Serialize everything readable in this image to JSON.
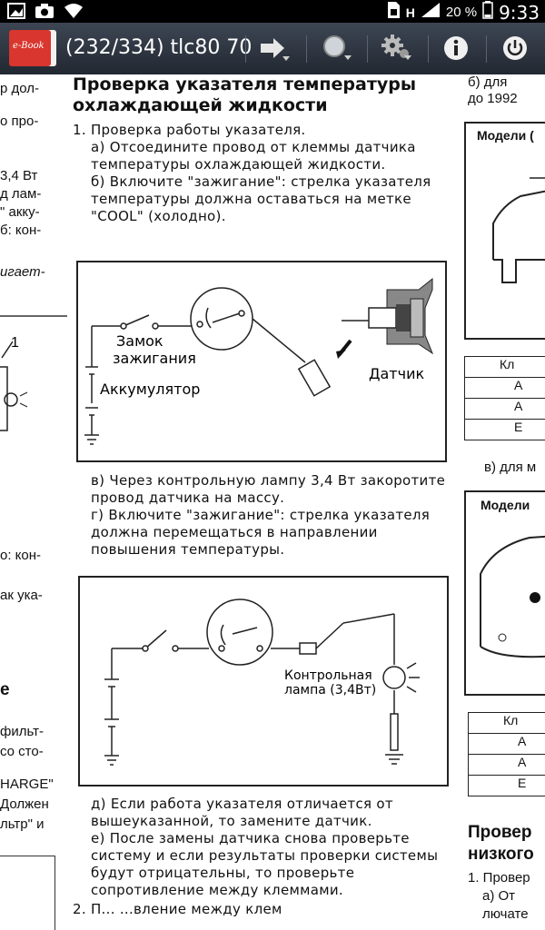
{
  "status_bar": {
    "battery_pct": "20 %",
    "network": "H",
    "time": "9:33"
  },
  "action_bar": {
    "logo_text": "e-Book",
    "title": "(232/334) tlc80 70"
  },
  "page": {
    "heading": "Проверка указателя температуры охлаждающей жидкости",
    "step1_title": "1. Проверка работы указателя.",
    "step1_a": "а) Отсоедините провод от клеммы датчика температуры охлаждающей жидкости.",
    "step1_b": "б) Включите \"зажигание\": стрелка указателя температуры должна оставаться на метке \"COOL\" (холодно).",
    "diagram1": {
      "label_switch_1": "Замок",
      "label_switch_2": "зажигания",
      "label_battery": "Аккумулятор",
      "label_sensor": "Датчик"
    },
    "step1_v": "в) Через контрольную лампу 3,4 Вт закоротите провод датчика на массу.",
    "step1_g": "г) Включите \"зажигание\": стрелка указателя должна перемещаться в направлении повышения температуры.",
    "diagram2": {
      "label_lamp_1": "Контрольная",
      "label_lamp_2": "лампа (3,4Вт)"
    },
    "step1_d": "д) Если работа указателя отличается от вышеуказанной, то замените датчик.",
    "step1_e": "е) После замены датчика снова проверьте систему и если результаты проверки системы будут отрицательны, то проверьте сопротивление между клеммами.",
    "step2_partial": "2. П... ...вление между клем"
  },
  "left_column": {
    "lines": [
      "р дол-",
      "",
      "о про-",
      "",
      "3,4 Вт",
      "д лам-",
      "\" акку-",
      "б: кон-",
      "",
      "игает-",
      "",
      "",
      "",
      "",
      "",
      "",
      "",
      "",
      "",
      "",
      "",
      "о: кон-",
      "",
      "ак ука-",
      "",
      "",
      "",
      "е",
      "",
      "фильт-",
      "со сто-",
      "",
      "HARGE\"",
      "Должен",
      "льтр\" и"
    ],
    "figure_label": "1"
  },
  "right_column": {
    "top_1": "б) для",
    "top_2": "до 1992",
    "model_1": "Модели (",
    "table1": [
      "Кл",
      "А",
      "А",
      "Е"
    ],
    "caption_v": "в) для м",
    "model_2": "Модели",
    "table2": [
      "Кл",
      "А",
      "А",
      "Е"
    ],
    "heading_1": "Провер",
    "heading_2": "низкого",
    "item_1": "1. Провер",
    "item_2": "а) От",
    "item_3": "лючате"
  }
}
